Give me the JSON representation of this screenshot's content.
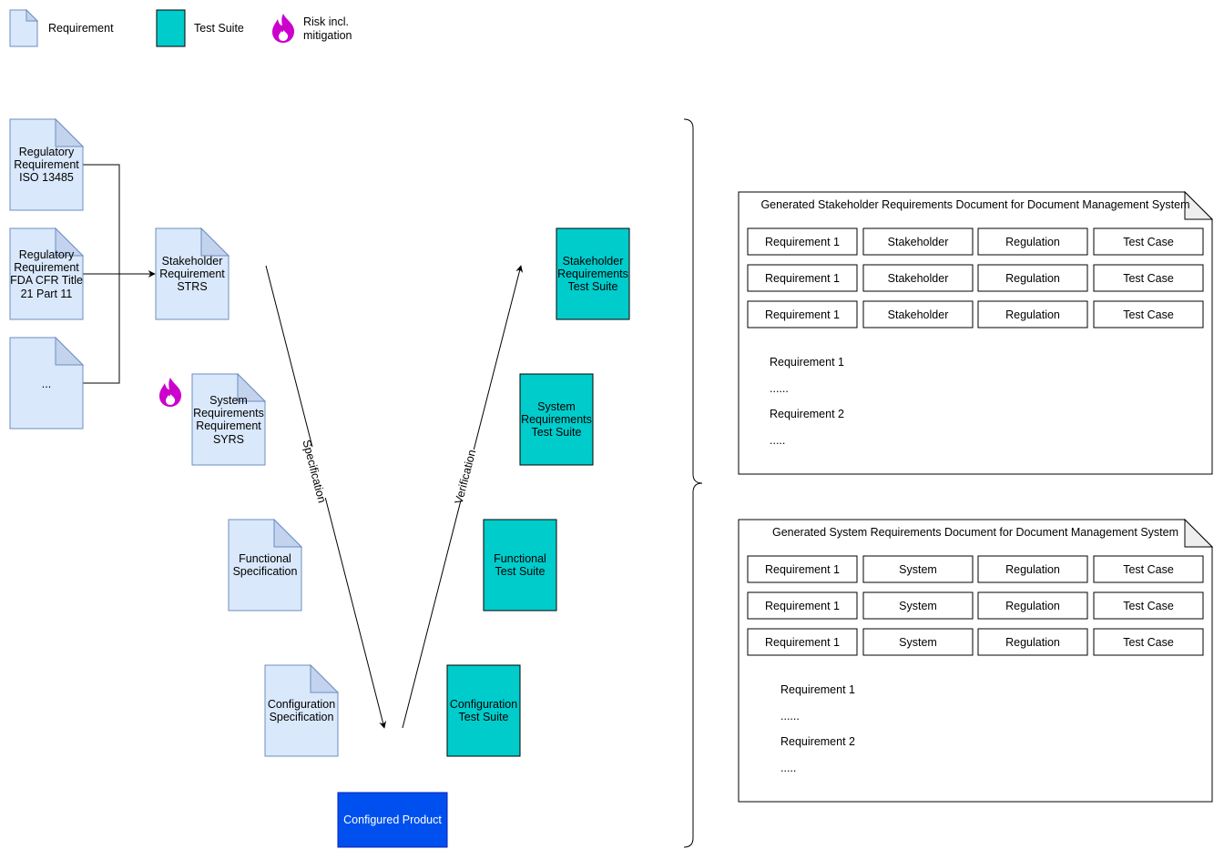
{
  "colors": {
    "requirement_fill": "#dae8fc",
    "requirement_stroke": "#6c8ebf",
    "test_suite_fill": "#00cccc",
    "product_fill": "#0050ef",
    "risk_icon": "#cc00cc"
  },
  "legend": {
    "requirement": "Requirement",
    "test_suite": "Test Suite",
    "risk": [
      "Risk incl.",
      "mitigation"
    ]
  },
  "inputs": [
    {
      "lines": [
        "Regulatory",
        "Requirement",
        "ISO 13485"
      ]
    },
    {
      "lines": [
        "Regulatory",
        "Requirement",
        "FDA CFR Title",
        "21 Part 11"
      ]
    },
    {
      "lines": [
        "..."
      ]
    }
  ],
  "specs": [
    {
      "lines": [
        "Stakeholder",
        "Requirement",
        "STRS"
      ]
    },
    {
      "lines": [
        "System",
        "Requirements",
        "Requirement",
        "SYRS"
      ]
    },
    {
      "lines": [
        "Functional",
        "Specification"
      ]
    },
    {
      "lines": [
        "Configuration",
        "Specification"
      ]
    }
  ],
  "test_suites": [
    {
      "lines": [
        "Stakeholder",
        "Requirements",
        "Test Suite"
      ]
    },
    {
      "lines": [
        "System",
        "Requirements",
        "Test Suite"
      ]
    },
    {
      "lines": [
        "Functional",
        "Test Suite"
      ]
    },
    {
      "lines": [
        "Configuration",
        "Test Suite"
      ]
    }
  ],
  "product": {
    "label": "Configured Product"
  },
  "arrows": {
    "specification": "Specification",
    "verification": "Verification"
  },
  "documents": [
    {
      "title": "Generated Stakeholder Requirements Document for Document Management System",
      "rows": [
        [
          "Requirement 1",
          "Stakeholder",
          "Regulation",
          "Test Case"
        ],
        [
          "Requirement 1",
          "Stakeholder",
          "Regulation",
          "Test Case"
        ],
        [
          "Requirement 1",
          "Stakeholder",
          "Regulation",
          "Test Case"
        ]
      ],
      "notes": [
        "Requirement 1",
        "......",
        "Requirement 2",
        "....."
      ]
    },
    {
      "title": "Generated System Requirements Document for Document Management System",
      "rows": [
        [
          "Requirement 1",
          "System",
          "Regulation",
          "Test Case"
        ],
        [
          "Requirement 1",
          "System",
          "Regulation",
          "Test Case"
        ],
        [
          "Requirement 1",
          "System",
          "Regulation",
          "Test Case"
        ]
      ],
      "notes": [
        "Requirement 1",
        "......",
        "Requirement 2",
        "....."
      ]
    }
  ]
}
